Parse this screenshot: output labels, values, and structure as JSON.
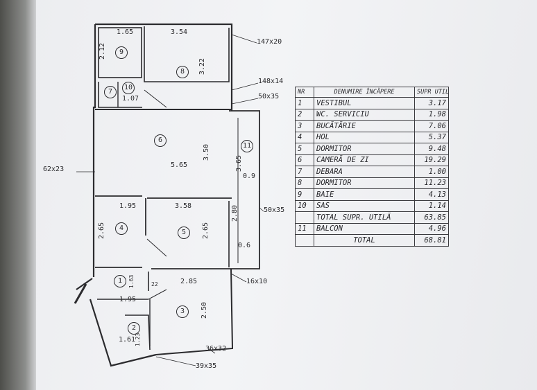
{
  "table": {
    "headers": {
      "nr": "NR",
      "name": "DENUMIRE ÎNCĂPERE",
      "area": "SUPR UTILĂ"
    },
    "rows": [
      {
        "nr": "1",
        "name": "VESTIBUL",
        "area": "3.17"
      },
      {
        "nr": "2",
        "name": "WC. SERVICIU",
        "area": "1.98"
      },
      {
        "nr": "3",
        "name": "BUCĂTĂRIE",
        "area": "7.06"
      },
      {
        "nr": "4",
        "name": "HOL",
        "area": "5.37"
      },
      {
        "nr": "5",
        "name": "DORMITOR",
        "area": "9.48"
      },
      {
        "nr": "6",
        "name": "CAMERĂ DE ZI",
        "area": "19.29"
      },
      {
        "nr": "7",
        "name": "DEBARA",
        "area": "1.00"
      },
      {
        "nr": "8",
        "name": "DORMITOR",
        "area": "11.23"
      },
      {
        "nr": "9",
        "name": "BAIE",
        "area": "4.13"
      },
      {
        "nr": "10",
        "name": "SAS",
        "area": "1.14"
      }
    ],
    "total_util": {
      "label": "TOTAL SUPR. UTILĂ",
      "area": "63.85"
    },
    "balcon": {
      "nr": "11",
      "name": "BALCON",
      "area": "4.96"
    },
    "total": {
      "label": "TOTAL",
      "area": "68.81"
    }
  },
  "plan": {
    "rooms": [
      {
        "num": "1"
      },
      {
        "num": "2"
      },
      {
        "num": "3"
      },
      {
        "num": "4"
      },
      {
        "num": "5"
      },
      {
        "num": "6"
      },
      {
        "num": "7"
      },
      {
        "num": "8"
      },
      {
        "num": "9"
      },
      {
        "num": "10"
      },
      {
        "num": "11"
      }
    ],
    "dimensions": {
      "d9_w": "1.65",
      "d9_h": "2.12",
      "d8_w": "3.54",
      "d8_h": "3.22",
      "d10": "1.07",
      "d6_w": "5.65",
      "d6_h": "3.50",
      "d11_h": "3.65",
      "d11_w": "0.9",
      "d4_w": "1.95",
      "d4_h": "2.65",
      "d5_w": "3.58",
      "d5_h": "2.65",
      "d_280": "2.80",
      "d_06": "0.6",
      "d1_h": "1.63",
      "d_22": "22",
      "d3_w": "2.85",
      "d3_h": "2.50",
      "d1_w": "1.95",
      "d2": "1.61",
      "d2_h": "1.23"
    },
    "windows": {
      "w1": "147x20",
      "w2": "148x14",
      "w3": "50x35",
      "w4": "62x23",
      "w5": "50x35",
      "w6": "16x10",
      "w7": "36x32",
      "w8": "39x35"
    }
  }
}
